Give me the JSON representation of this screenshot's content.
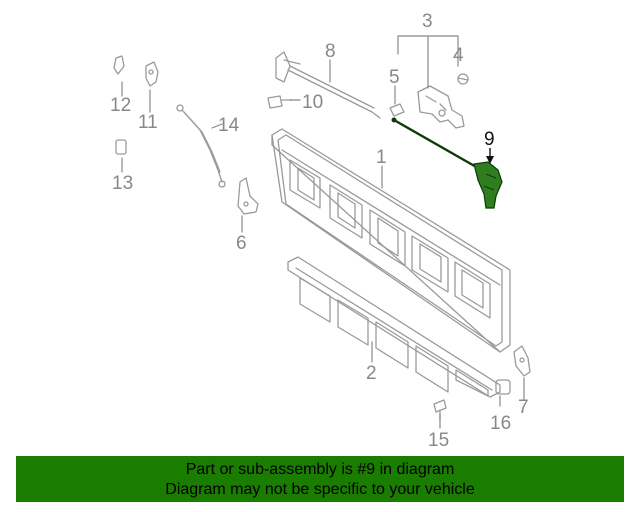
{
  "colors": {
    "part_line": "#9a9a9a",
    "highlight_fill": "#2f7d1e",
    "highlight_stroke": "#0d3d06",
    "banner": "#1a7d00"
  },
  "callouts": {
    "c1": "1",
    "c2": "2",
    "c3": "3",
    "c4": "4",
    "c5": "5",
    "c6": "6",
    "c7": "7",
    "c8": "8",
    "c9": "9",
    "c10": "10",
    "c11": "11",
    "c12": "12",
    "c13": "13",
    "c14": "14",
    "c15": "15",
    "c16": "16"
  },
  "banner": {
    "line1": "Part or sub-assembly is #9 in diagram",
    "line2": "Diagram may not be specific to your vehicle"
  }
}
